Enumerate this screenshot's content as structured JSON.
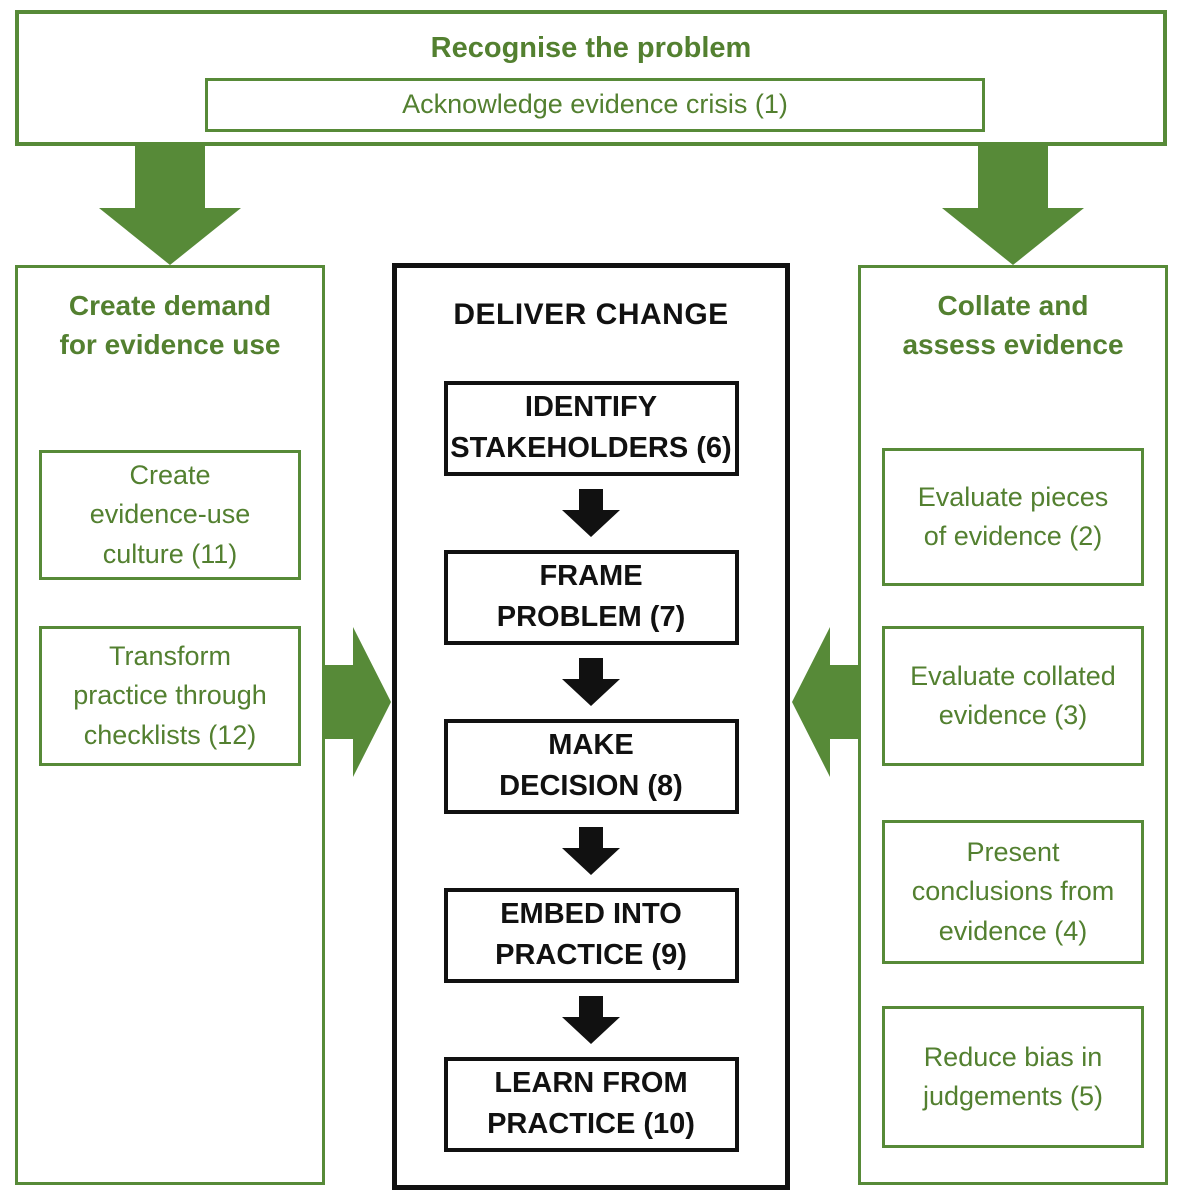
{
  "colors": {
    "green": "#578a38",
    "green_text": "#538030",
    "black": "#111111",
    "background": "#ffffff"
  },
  "recognise": {
    "title": "Recognise the problem",
    "steps": [
      {
        "label": "Acknowledge evidence crisis (1)"
      }
    ]
  },
  "create_demand": {
    "title": "Create demand\nfor evidence use",
    "steps": [
      {
        "label": "Create\nevidence-use\nculture (11)"
      },
      {
        "label": "Transform\npractice through\nchecklists (12)"
      }
    ]
  },
  "deliver_change": {
    "title": "DELIVER CHANGE",
    "steps": [
      {
        "label": "IDENTIFY\nSTAKEHOLDERS (6)"
      },
      {
        "label": "FRAME\nPROBLEM (7)"
      },
      {
        "label": "MAKE\nDECISION (8)"
      },
      {
        "label": "EMBED INTO\nPRACTICE (9)"
      },
      {
        "label": "LEARN FROM\nPRACTICE (10)"
      }
    ]
  },
  "collate_assess": {
    "title": "Collate and\nassess evidence",
    "steps": [
      {
        "label": "Evaluate pieces\nof evidence (2)"
      },
      {
        "label": "Evaluate collated\nevidence (3)"
      },
      {
        "label": "Present\nconclusions from\nevidence (4)"
      },
      {
        "label": "Reduce bias in\njudgements (5)"
      }
    ]
  },
  "icons": {
    "down_arrow_left": "down-arrow",
    "down_arrow_right": "down-arrow",
    "right_arrow": "right-arrow",
    "left_arrow": "left-arrow",
    "flow_down_arrow": "small-down-arrow"
  }
}
